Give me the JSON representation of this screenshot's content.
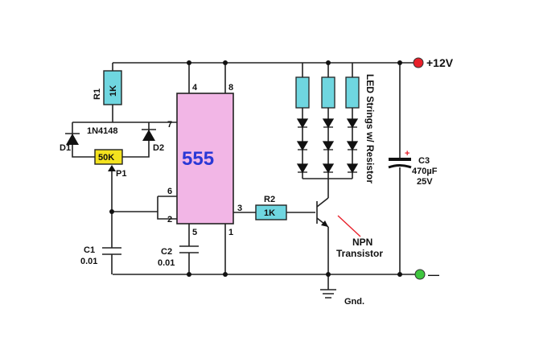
{
  "colors": {
    "wire": "#222222",
    "ic_body": "#f2b6e6",
    "ic_label": "#2a38d6",
    "resistor": "#6fd6e0",
    "potentiometer": "#f4e21e",
    "vcc_terminal": "#e8202a",
    "gnd_terminal": "#3fc63f",
    "cap_polarity": "#e8202a"
  },
  "supply": {
    "positive": "+12V",
    "negative": "—"
  },
  "ic": {
    "name": "555",
    "pins": {
      "p1": "1",
      "p2": "2",
      "p3": "3",
      "p4": "4",
      "p5": "5",
      "p6": "6",
      "p7": "7",
      "p8": "8"
    }
  },
  "r1": {
    "ref": "R1",
    "value": "1K"
  },
  "diode": {
    "part": "1N4148",
    "d1": "D1",
    "d2": "D2"
  },
  "pot": {
    "value": "50K",
    "ref": "P1"
  },
  "c1": {
    "ref": "C1",
    "value": "0.01"
  },
  "c2": {
    "ref": "C2",
    "value": "0.01"
  },
  "r2": {
    "ref": "R2",
    "value": "1K"
  },
  "led_strings_label": "LED Strings w/ Resistor",
  "transistor": {
    "line1": "NPN",
    "line2": "Transistor"
  },
  "c3": {
    "ref": "C3",
    "value": "470µF",
    "voltage": "25V",
    "polarity": "+"
  },
  "ground": "Gnd."
}
